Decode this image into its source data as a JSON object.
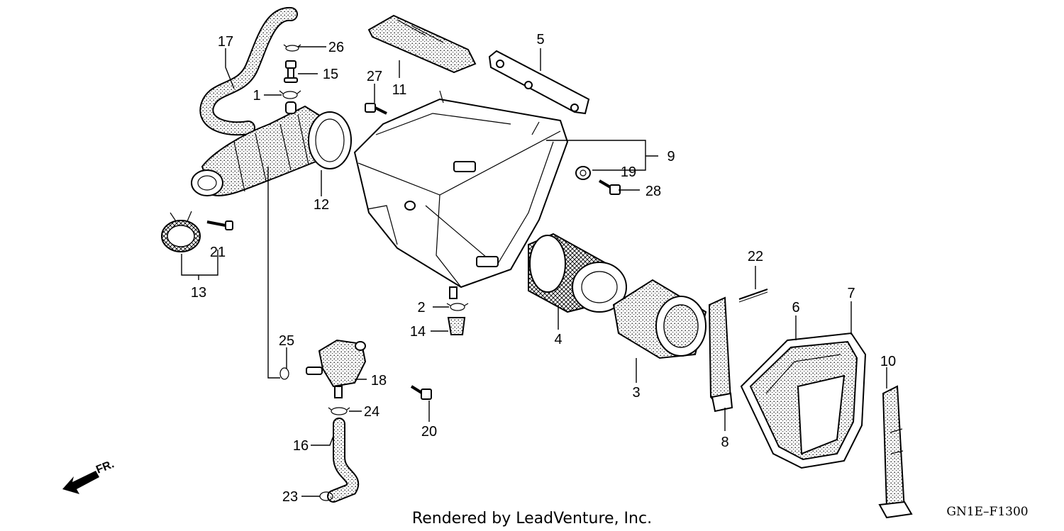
{
  "diagram": {
    "callouts": [
      {
        "id": "c1",
        "text": "1"
      },
      {
        "id": "c2",
        "text": "2"
      },
      {
        "id": "c3",
        "text": "3"
      },
      {
        "id": "c4",
        "text": "4"
      },
      {
        "id": "c5",
        "text": "5"
      },
      {
        "id": "c6",
        "text": "6"
      },
      {
        "id": "c7",
        "text": "7"
      },
      {
        "id": "c8",
        "text": "8"
      },
      {
        "id": "c9",
        "text": "9"
      },
      {
        "id": "c10",
        "text": "10"
      },
      {
        "id": "c11",
        "text": "11"
      },
      {
        "id": "c12",
        "text": "12"
      },
      {
        "id": "c13",
        "text": "13"
      },
      {
        "id": "c14",
        "text": "14"
      },
      {
        "id": "c15",
        "text": "15"
      },
      {
        "id": "c16",
        "text": "16"
      },
      {
        "id": "c17",
        "text": "17"
      },
      {
        "id": "c18",
        "text": "18"
      },
      {
        "id": "c19",
        "text": "19"
      },
      {
        "id": "c20",
        "text": "20"
      },
      {
        "id": "c21",
        "text": "21"
      },
      {
        "id": "c22",
        "text": "22"
      },
      {
        "id": "c23",
        "text": "23"
      },
      {
        "id": "c24",
        "text": "24"
      },
      {
        "id": "c25",
        "text": "25"
      },
      {
        "id": "c26",
        "text": "26"
      },
      {
        "id": "c27",
        "text": "27"
      },
      {
        "id": "c28",
        "text": "28"
      }
    ],
    "direction_label": "FR.",
    "credit": "Rendered by LeadVenture, Inc.",
    "diagram_code": "GN1E–F1300"
  }
}
